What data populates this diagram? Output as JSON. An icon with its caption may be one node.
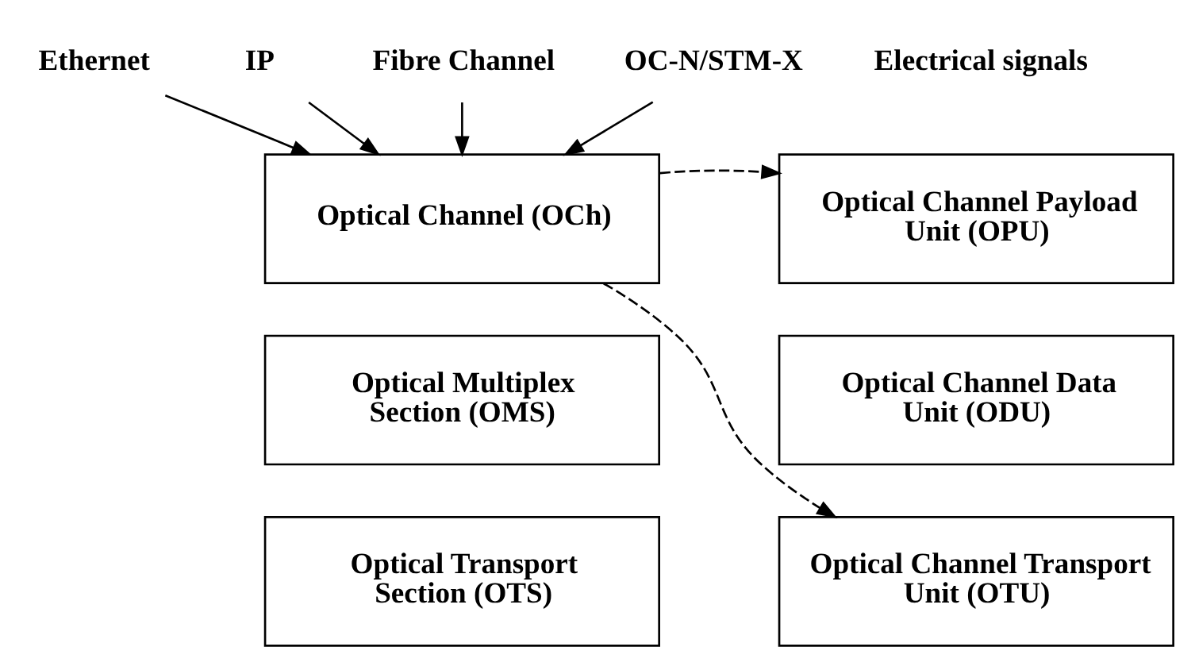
{
  "diagram": {
    "nodes": [
      {
        "text": [
          "Ethernet"
        ]
      },
      {
        "text": [
          "IP"
        ]
      },
      {
        "text": [
          "Fibre Channel"
        ]
      },
      {
        "text": [
          "OC-N/STM-X"
        ]
      },
      {
        "text": [
          "Optical Channel (OCh)"
        ]
      },
      {
        "text": [
          "Optical Multiplex Section (OMS)"
        ]
      },
      {
        "text": [
          "Optical Transport Section (OTS)"
        ]
      },
      {
        "text": [
          "Optical Channel Payload Unit (OPU)"
        ]
      },
      {
        "text": [
          "Optical Channel Data Unit (ODU)"
        ]
      },
      {
        "text": [
          "Optical Channel Transport Unit (OTU)"
        ]
      }
    ],
    "edges": [
      {
        "from": 0,
        "to": 4,
        "arrow": "to"
      },
      {
        "from": 1,
        "to": 4,
        "arrow": "to"
      },
      {
        "from": 2,
        "to": 4,
        "arrow": "to"
      },
      {
        "from": 3,
        "to": 4,
        "arrow": "to"
      },
      {
        "from": 4,
        "to": 7,
        "arrow": "to",
        "style": "dashed"
      },
      {
        "from": 4,
        "to": 9,
        "arrow": "to",
        "style": "dashed"
      }
    ],
    "labels": [
      "Electrical signals"
    ]
  }
}
